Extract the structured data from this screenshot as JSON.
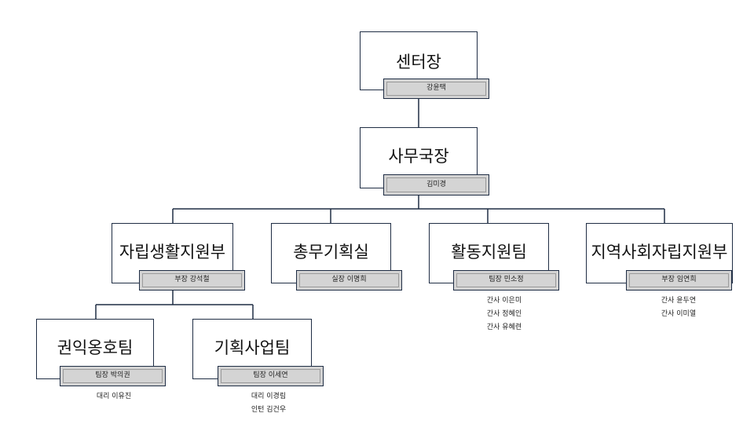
{
  "nodes": {
    "center_head": {
      "title": "센터장",
      "label": "강윤택"
    },
    "secretary_general": {
      "title": "사무국장",
      "label": "김미경"
    },
    "independent_living": {
      "title": "자립생활지원부",
      "label": "부장 강석철"
    },
    "general_affairs": {
      "title": "총무기획실",
      "label": "실장 이명희"
    },
    "activity_support": {
      "title": "활동지원팀",
      "label": "팀장 민소정",
      "members": [
        "간사 이은미",
        "간사 정혜인",
        "간사 유혜련"
      ]
    },
    "community_independence": {
      "title": "지역사회자립지원부",
      "label": "부장 임연희",
      "members": [
        "간사 윤두연",
        "간사 이미열"
      ]
    },
    "rights_advocacy": {
      "title": "권익옹호팀",
      "label": "팀장 박의권",
      "members": [
        "대리 이유진"
      ]
    },
    "planning_project": {
      "title": "기획사업팀",
      "label": "팀장 이세연",
      "members": [
        "대리 이경림",
        "인턴 김건우"
      ]
    }
  },
  "colors": {
    "border": "#1f2d44",
    "label_fill": "#d4d4d4",
    "line": "#1f2d44"
  }
}
